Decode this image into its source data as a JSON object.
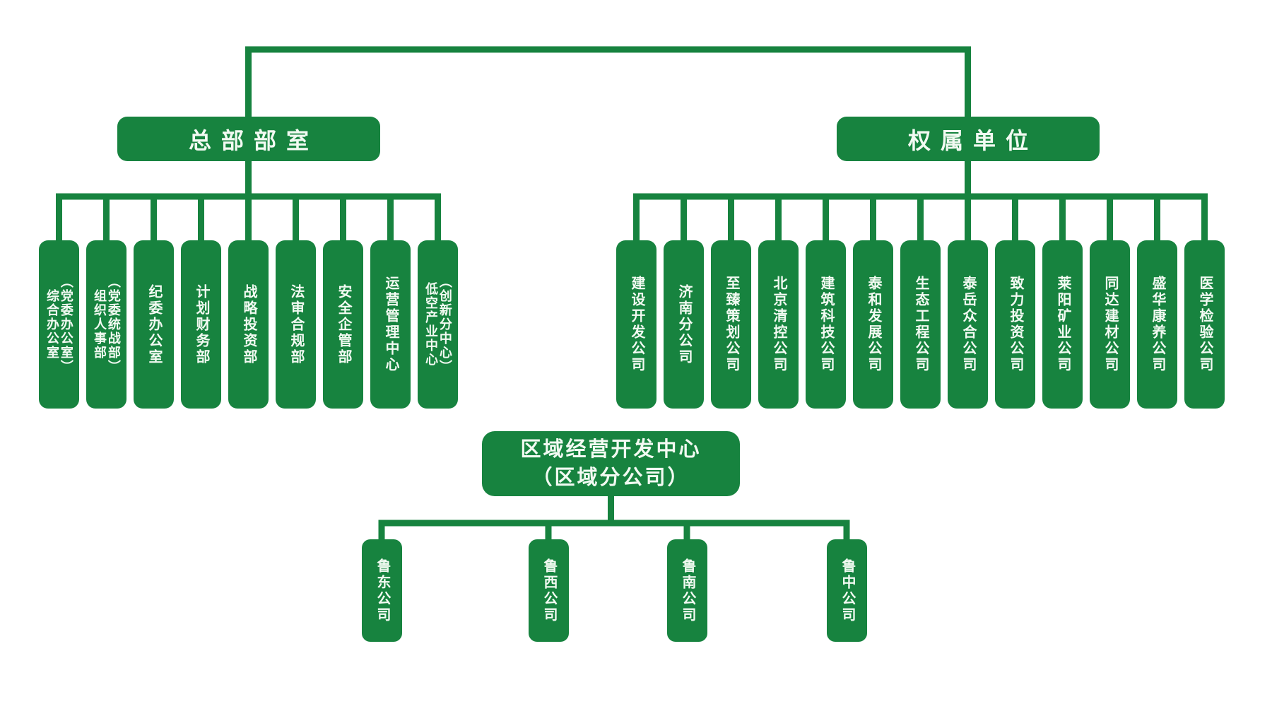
{
  "colors": {
    "node_green": "#17833F",
    "line_green": "#17833F",
    "label_white": "#F2FAF2",
    "background": "#FFFFFF"
  },
  "hq": {
    "title": "总部部室",
    "departments": [
      {
        "label": "综合办公室",
        "sub": "（党委办公室）"
      },
      {
        "label": "组织人事部",
        "sub": "（党委统战部）"
      },
      {
        "label": "纪委办公室"
      },
      {
        "label": "计划财务部"
      },
      {
        "label": "战略投资部"
      },
      {
        "label": "法审合规部"
      },
      {
        "label": "安全企管部"
      },
      {
        "label": "运营管理中心"
      },
      {
        "label": "低空产业中心",
        "sub": "（创新分中心）"
      }
    ]
  },
  "subsidiaries": {
    "title": "权属单位",
    "companies": [
      {
        "label": "建设开发公司"
      },
      {
        "label": "济南分公司"
      },
      {
        "label": "至臻策划公司"
      },
      {
        "label": "北京清控公司"
      },
      {
        "label": "建筑科技公司"
      },
      {
        "label": "泰和发展公司"
      },
      {
        "label": "生态工程公司"
      },
      {
        "label": "泰岳众合公司"
      },
      {
        "label": "致力投资公司"
      },
      {
        "label": "莱阳矿业公司"
      },
      {
        "label": "同达建材公司"
      },
      {
        "label": "盛华康养公司"
      },
      {
        "label": "医学检验公司"
      }
    ]
  },
  "regional": {
    "title_line1": "区域经营开发中心",
    "title_line2": "（区域分公司）",
    "companies": [
      {
        "label": "鲁东公司"
      },
      {
        "label": "鲁西公司"
      },
      {
        "label": "鲁南公司"
      },
      {
        "label": "鲁中公司"
      }
    ]
  }
}
